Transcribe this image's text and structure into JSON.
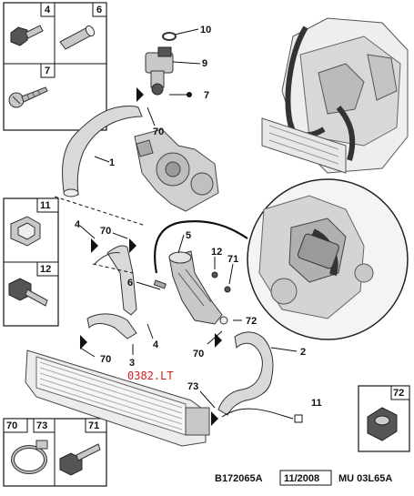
{
  "callouts": {
    "c10": "10",
    "c9": "9",
    "c7a": "7",
    "c70a": "70",
    "c1": "1",
    "c4a": "4",
    "c70b": "70",
    "c5": "5",
    "c12": "12",
    "c71": "71",
    "c6": "6",
    "c72": "72",
    "c4b": "4",
    "c70c": "70",
    "c3": "3",
    "c70d": "70",
    "c2": "2",
    "c73": "73",
    "c11": "11"
  },
  "inset_boxes": {
    "b4": "4",
    "b6": "6",
    "b7": "7",
    "b11": "11",
    "b12": "12",
    "b70": "70",
    "b73": "73",
    "b71": "71",
    "b72": "72"
  },
  "footer": {
    "ref": "B172065A",
    "date": "11/2008",
    "code": "MU 03L65A"
  },
  "watermark": "0382.LT"
}
